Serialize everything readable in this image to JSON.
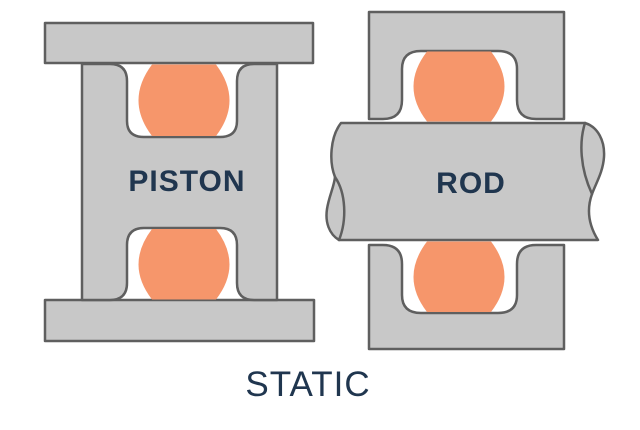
{
  "labels": {
    "piston": "PISTON",
    "rod": "ROD",
    "caption": "STATIC"
  },
  "colors": {
    "background": "#ffffff",
    "metal_fill": "#c8c8c8",
    "outline": "#5f5f5f",
    "seal_orange": "#f6966b",
    "label_navy": "#20364f"
  }
}
